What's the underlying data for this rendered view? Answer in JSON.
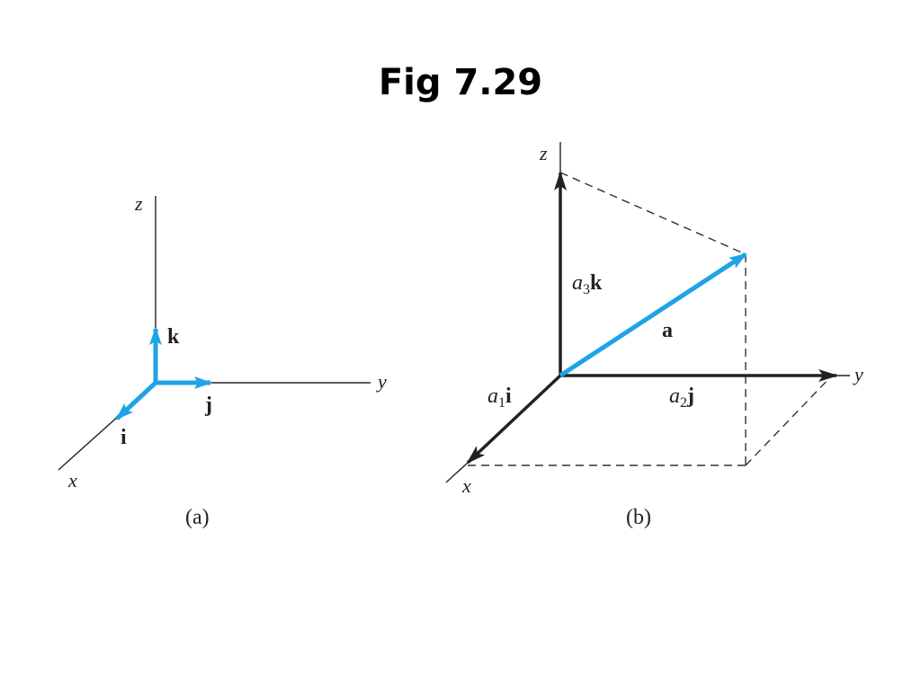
{
  "slide": {
    "title": "Fig 7.29"
  },
  "colors": {
    "axis": "#222222",
    "accent": "#1ea3e6",
    "dashed": "#333333"
  },
  "panel_a": {
    "caption": "(a)",
    "axis_x": "x",
    "axis_y": "y",
    "axis_z": "z",
    "unit_i": "i",
    "unit_j": "j",
    "unit_k": "k"
  },
  "panel_b": {
    "caption": "(b)",
    "axis_x": "x",
    "axis_y": "y",
    "axis_z": "z",
    "vector": "a",
    "comp_x": {
      "coef": "a",
      "sub": "1",
      "unit": "i"
    },
    "comp_y": {
      "coef": "a",
      "sub": "2",
      "unit": "j"
    },
    "comp_z": {
      "coef": "a",
      "sub": "3",
      "unit": "k"
    }
  }
}
